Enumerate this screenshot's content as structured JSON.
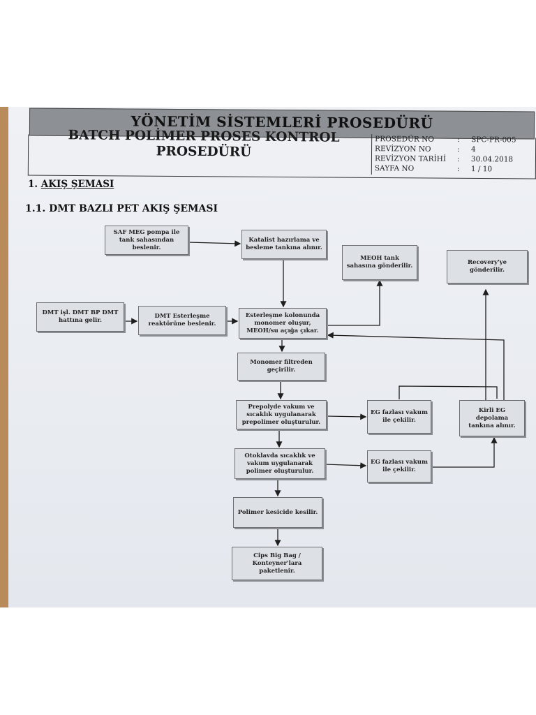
{
  "header": {
    "system_title": "YÖNETİM SİSTEMLERİ PROSEDÜRÜ",
    "doc_title_line1": "BATCH POLİMER PROSES KONTROL",
    "doc_title_line2": "PROSEDÜRÜ",
    "meta": [
      {
        "key": "PROSEDÜR NO",
        "sep": ":",
        "value": "SPC-PR-005"
      },
      {
        "key": "REVİZYON NO",
        "sep": ":",
        "value": "4"
      },
      {
        "key": "REVİZYON TARİHİ",
        "sep": ":",
        "value": "30.04.2018"
      },
      {
        "key": "SAYFA NO",
        "sep": ":",
        "value": "1 / 10"
      }
    ]
  },
  "section": {
    "number": "1.",
    "title": "AKIŞ ŞEMASI",
    "sub_title": "1.1. DMT BAZLI PET AKIŞ ŞEMASI"
  },
  "flow": {
    "saf_meg": "SAF MEG pompa ile tank sahasından beslenir.",
    "katalist": "Katalist hazırlama ve besleme tankına alınır.",
    "meoh_tank": "MEOH tank sahasına gönderilir.",
    "recovery": "Recovery'ye gönderilir.",
    "dmt_isl": "DMT işl. DMT BP DMT hattına gelir.",
    "dmt_ester": "DMT Esterleşme reaktörüne beslenir.",
    "ester_kolon": "Esterleşme kolonunda monomer oluşur, MEOH/su açığa çıkar.",
    "monomer_filtre": "Monomer filtreden geçirilir.",
    "prepolyde": "Prepolyde vakum ve sıcaklık uygulanarak prepolimer oluşturulur.",
    "eg_fazlasi_1": "EG fazlası vakum ile çekilir.",
    "kirli_eg": "Kirli EG depolama tankına alınır.",
    "otoklav": "Otoklavda sıcaklık ve vakum uygulanarak polimer oluşturulur.",
    "eg_fazlasi_2": "EG fazlası vakum ile çekilir.",
    "polimer_kesici": "Polimer kesicide kesilir.",
    "cips": "Cips Big Bag / Konteyner'lara paketlenir."
  },
  "colors": {
    "line": "#1e1e1e",
    "box_fill": "#dde0e5",
    "header_band": "#8d9195"
  }
}
